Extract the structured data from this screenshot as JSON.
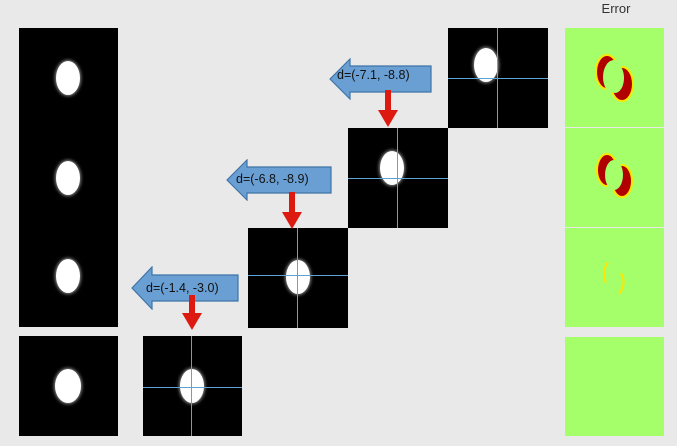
{
  "error_header": "Error",
  "displacements": [
    {
      "label": "d=(-7.1, -8.8)"
    },
    {
      "label": "d=(-6.8, -8.9)"
    },
    {
      "label": "d=(-1.4, -3.0)"
    }
  ],
  "colors": {
    "background": "#e9e9e9",
    "panel": "#000000",
    "blob": "#ffffff",
    "crosshair": "#5ea3d6",
    "arrow_fill": "#6a9fd4",
    "arrow_stroke": "#3f74a8",
    "down_arrow": "#dd1a10",
    "error_bg": "#a4ff6a",
    "error_mark": "#b00000",
    "error_rim": "#ffe600"
  },
  "icons": {
    "shift_arrow": "left-arrow-icon",
    "step_arrow": "down-arrow-icon"
  }
}
